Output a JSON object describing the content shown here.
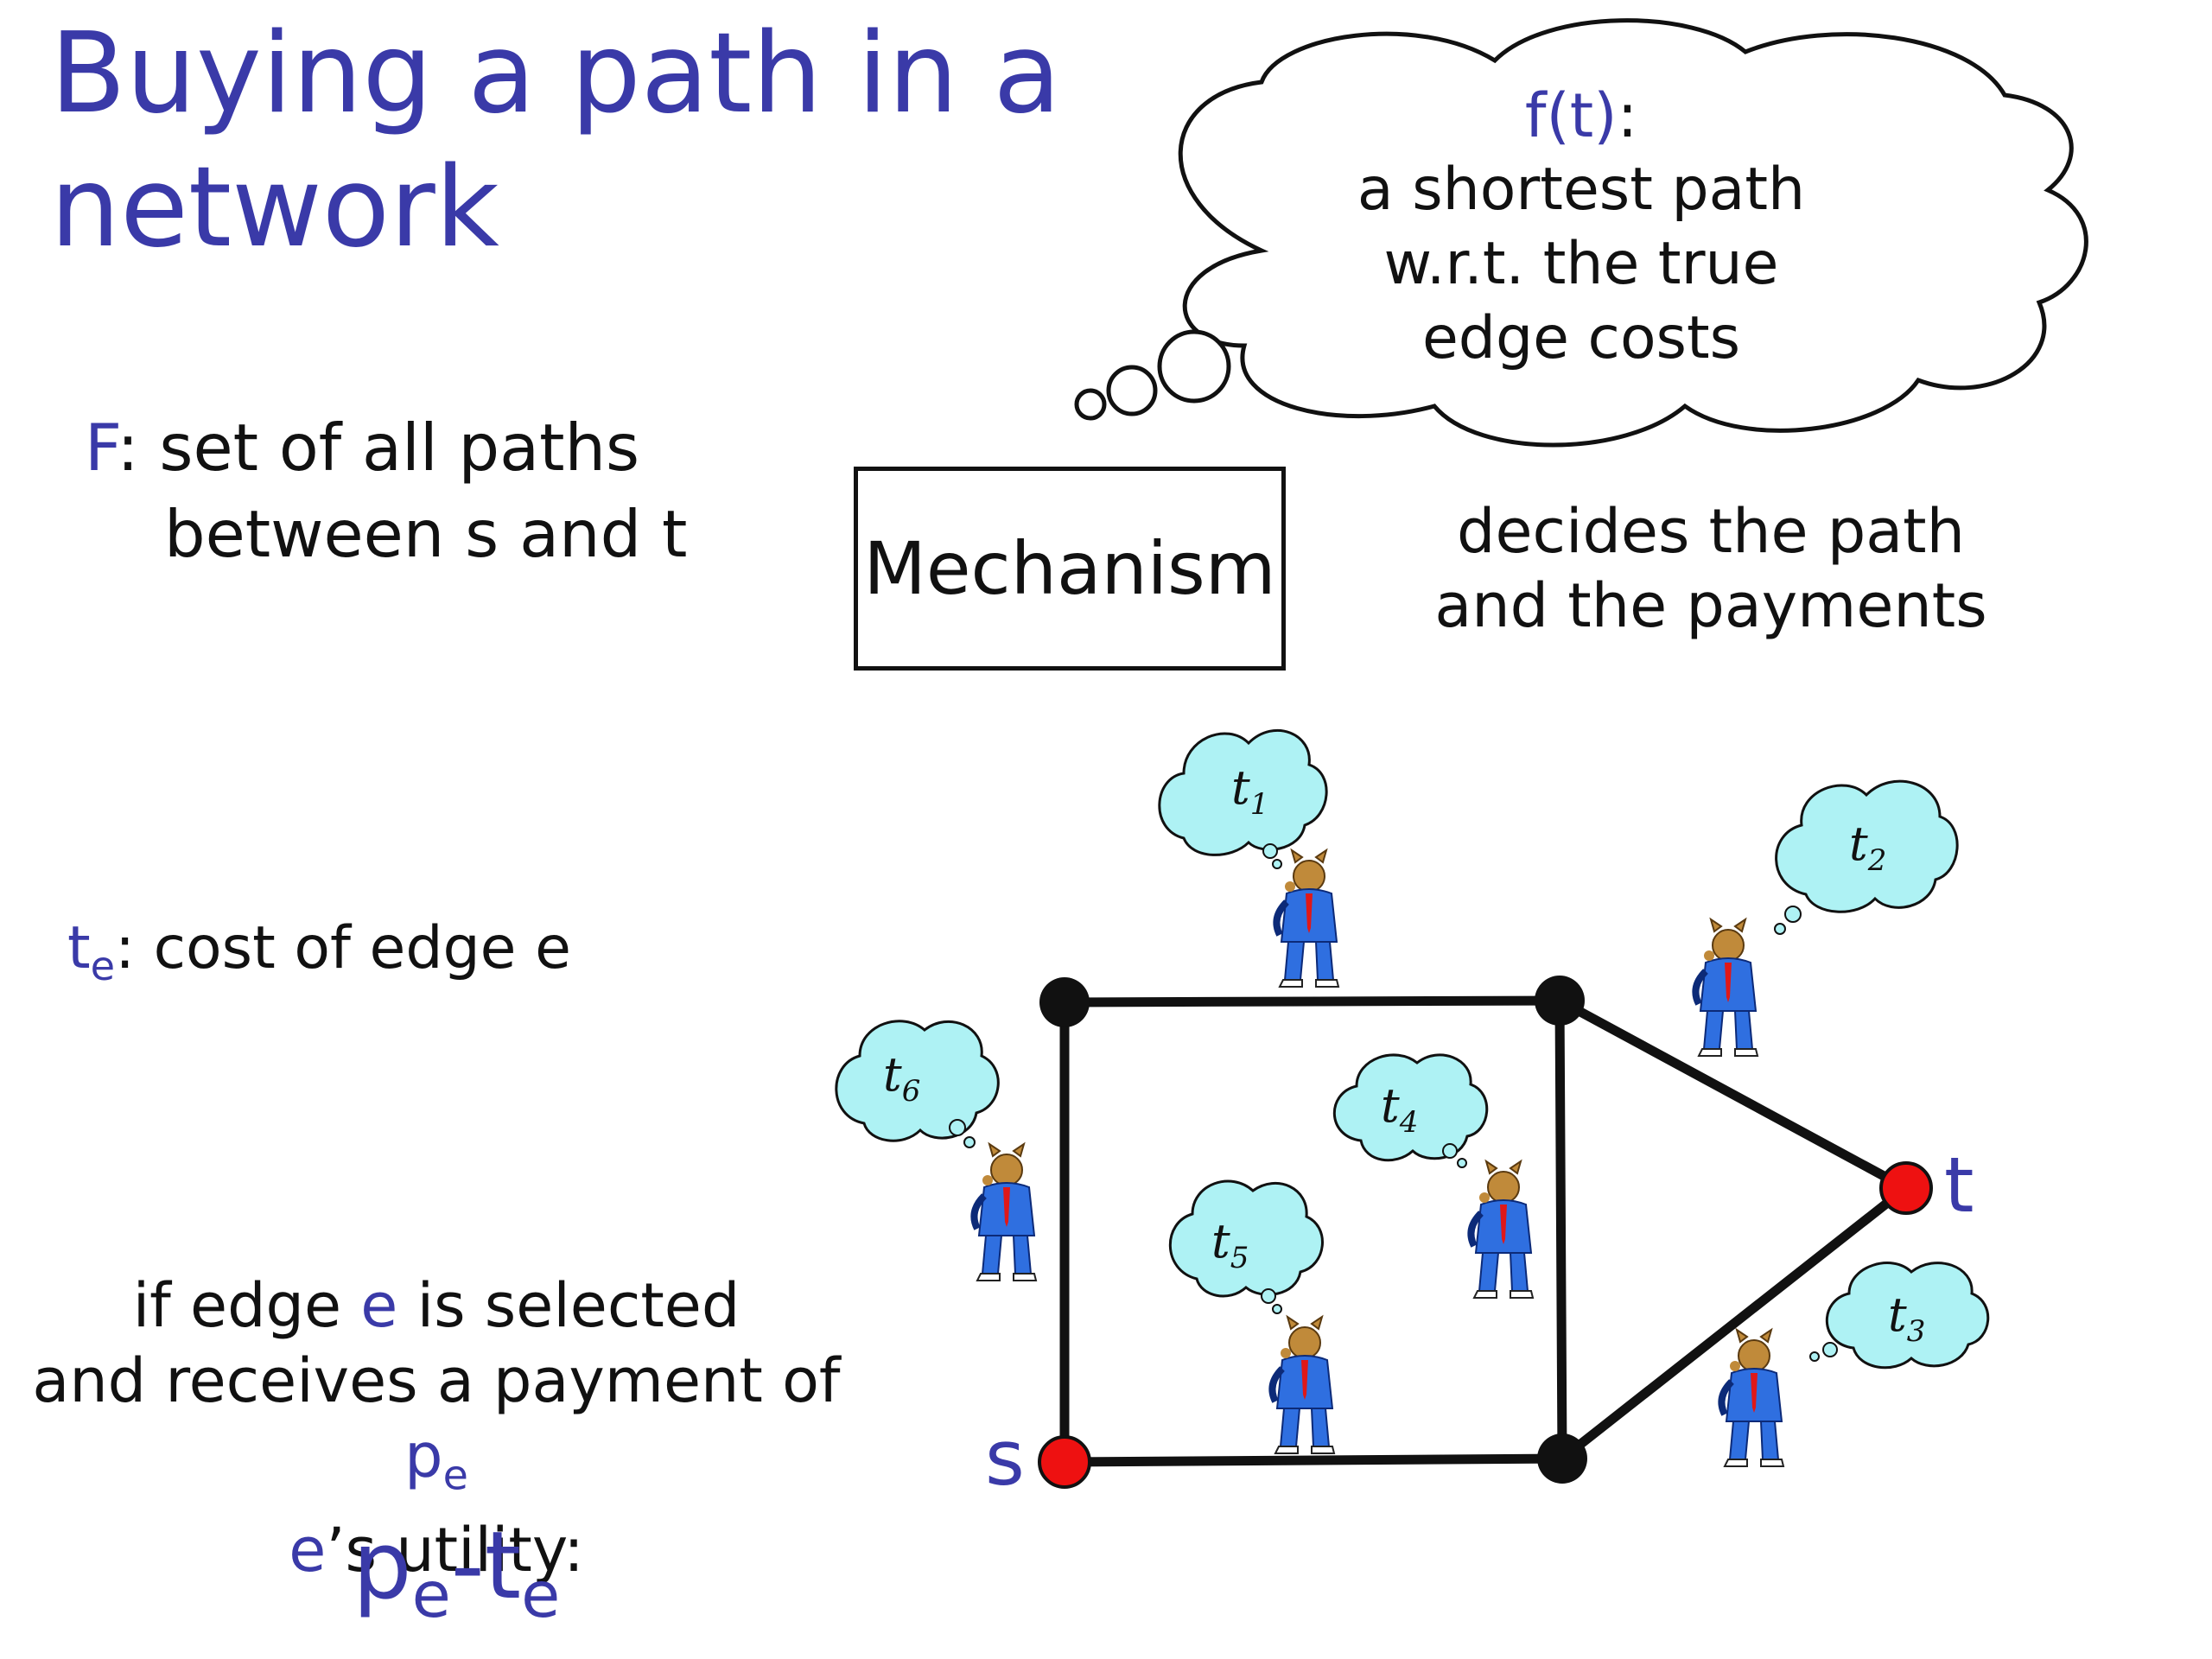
{
  "title": {
    "line1": "Buying a path in a",
    "line2": "network"
  },
  "F_def": {
    "symbol": "F",
    "line1": ": set of all paths",
    "line2": "between s and t"
  },
  "te_def": {
    "symbol": "t",
    "sub": "e",
    "text": ": cost of edge e"
  },
  "utility": {
    "line1_a": "if edge ",
    "line1_e": "e",
    "line1_b": " is selected",
    "line2_a": "and receives a payment of ",
    "line2_p": "p",
    "line2_sub": "e",
    "line3_e": "e",
    "line3_b": "’s utility:",
    "formula": {
      "p": "p",
      "p_sub": "e",
      "dash": "-",
      "t": "t",
      "t_sub": "e"
    }
  },
  "mechanism": {
    "label": "Mechanism"
  },
  "decides": {
    "line1": "decides the path",
    "line2": "and the payments"
  },
  "thought": {
    "title": "f(t)",
    "colon": ":",
    "line1": "a shortest path",
    "line2": "w.r.t. the true",
    "line3": "edge costs"
  },
  "graph": {
    "source_label": "s",
    "target_label": "t",
    "agents": [
      {
        "label": "t",
        "sub": "1"
      },
      {
        "label": "t",
        "sub": "2"
      },
      {
        "label": "t",
        "sub": "3"
      },
      {
        "label": "t",
        "sub": "4"
      },
      {
        "label": "t",
        "sub": "5"
      },
      {
        "label": "t",
        "sub": "6"
      }
    ]
  },
  "colors": {
    "accent_blue": "#3a3aa8",
    "endpoint_red": "#ee1111",
    "node_black": "#111111",
    "bubble_cyan": "#aef2f4",
    "agent_suit": "#2f6fe0"
  }
}
